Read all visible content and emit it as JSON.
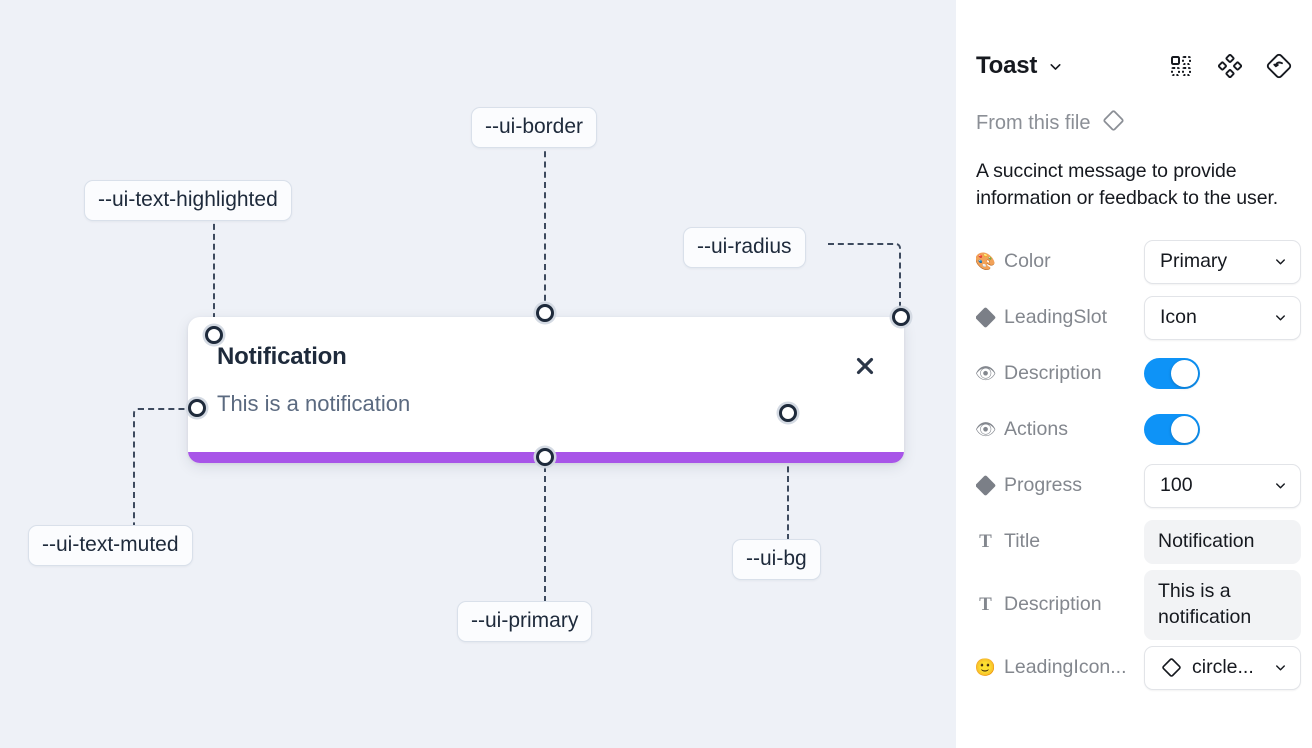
{
  "canvas": {
    "background_color": "#eef1f7",
    "toast": {
      "title": "Notification",
      "description": "This is a notification",
      "close_icon": "close-x-icon",
      "progress_color": "#a855e8",
      "background_color": "#ffffff"
    },
    "tokens": [
      {
        "name": "--ui-text-highlighted"
      },
      {
        "name": "--ui-border"
      },
      {
        "name": "--ui-radius"
      },
      {
        "name": "--ui-text-muted"
      },
      {
        "name": "--ui-bg"
      },
      {
        "name": "--ui-primary"
      }
    ]
  },
  "panel": {
    "title": "Toast",
    "title_chevron_icon": "chevron-down-icon",
    "header_icons": [
      {
        "name": "component-grid-icon"
      },
      {
        "name": "variants-cluster-icon"
      },
      {
        "name": "reset-instance-icon"
      }
    ],
    "from_file": {
      "label": "From this file",
      "icon": "diamond-outline-icon"
    },
    "description": "A succinct message to provide information or feedback to the user.",
    "accent_color": "#0e93f7",
    "properties": [
      {
        "icon": "palette-icon",
        "icon_glyph": "🎨",
        "label": "Color",
        "control": "select",
        "value": "Primary"
      },
      {
        "icon": "diamond-filled-icon",
        "icon_glyph": "",
        "label": "LeadingSlot",
        "control": "select",
        "value": "Icon"
      },
      {
        "icon": "eye-icon",
        "icon_glyph": "👁",
        "label": "Description",
        "control": "toggle",
        "value": "on"
      },
      {
        "icon": "eye-icon",
        "icon_glyph": "👁",
        "label": "Actions",
        "control": "toggle",
        "value": "on"
      },
      {
        "icon": "diamond-filled-icon",
        "icon_glyph": "",
        "label": "Progress",
        "control": "select",
        "value": "100"
      },
      {
        "icon": "text-type-icon",
        "icon_glyph": "T",
        "label": "Title",
        "control": "text",
        "value": "Notification"
      },
      {
        "icon": "text-type-icon",
        "icon_glyph": "T",
        "label": "Description",
        "control": "text",
        "value": "This is a notification"
      },
      {
        "icon": "emoji-face-icon",
        "icon_glyph": "🙂",
        "label": "LeadingIcon...",
        "control": "select-with-icon",
        "value": "circle...",
        "lead_icon": "diamond-outline-icon"
      }
    ]
  }
}
